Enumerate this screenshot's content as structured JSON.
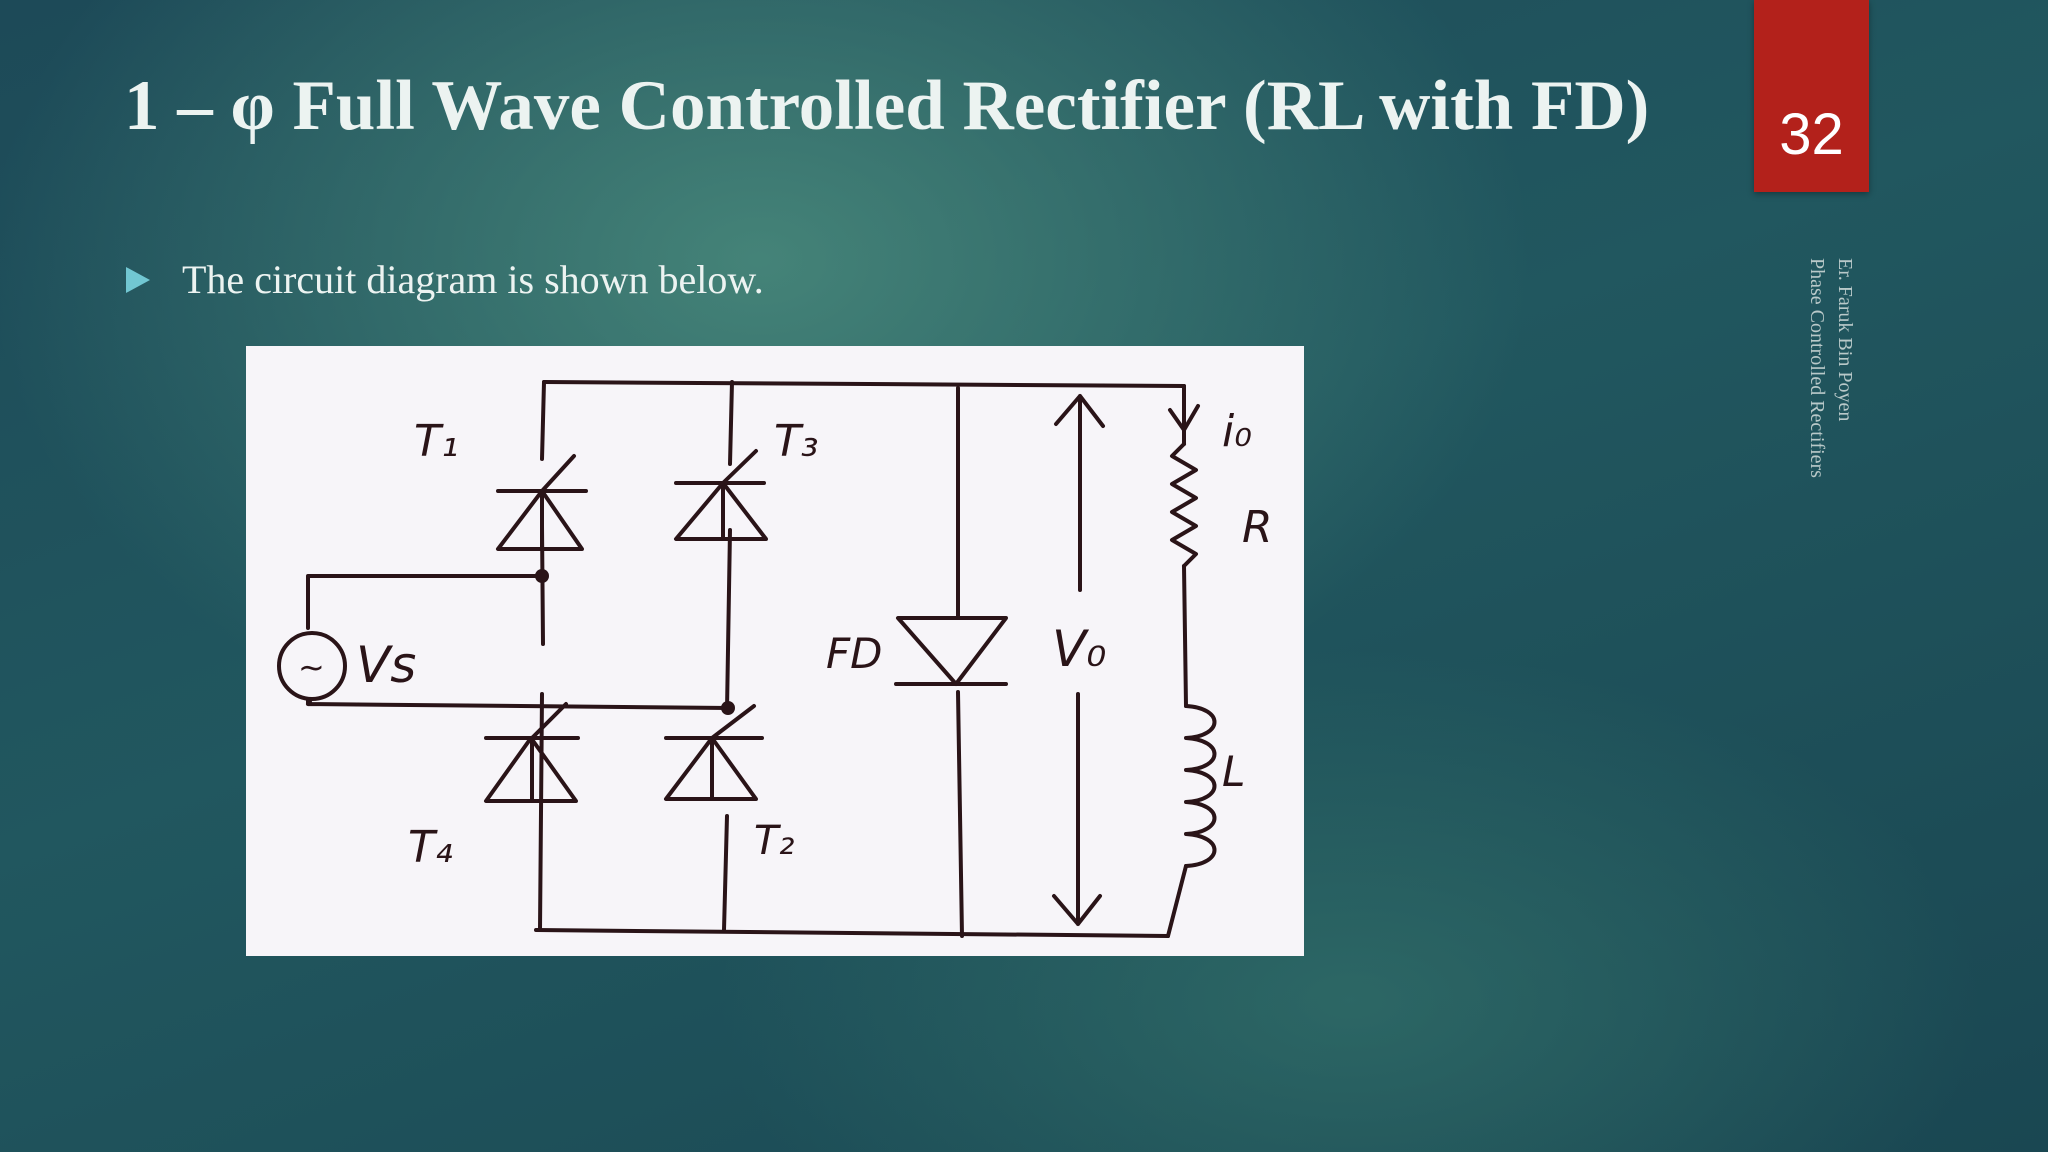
{
  "slide": {
    "title": "1 – φ Full Wave Controlled Rectifier (RL with FD)",
    "page_number": "32",
    "bullets": [
      {
        "text": "The circuit diagram is shown below."
      }
    ],
    "footer_lines": [
      "Er. Faruk Bin Poyen",
      "Phase Controlled Rectifiers"
    ]
  },
  "circuit": {
    "labels": {
      "t1": "T₁",
      "t3": "T₃",
      "t4": "T₄",
      "t2": "T₂",
      "vs": "Vs",
      "source_symbol": "~",
      "fd": "FD",
      "vo": "V₀",
      "io": "i₀",
      "r": "R",
      "l": "L"
    }
  },
  "colors": {
    "badge": "#b3211b",
    "bullet": "#71c7d2",
    "ink": "#2a1418"
  }
}
